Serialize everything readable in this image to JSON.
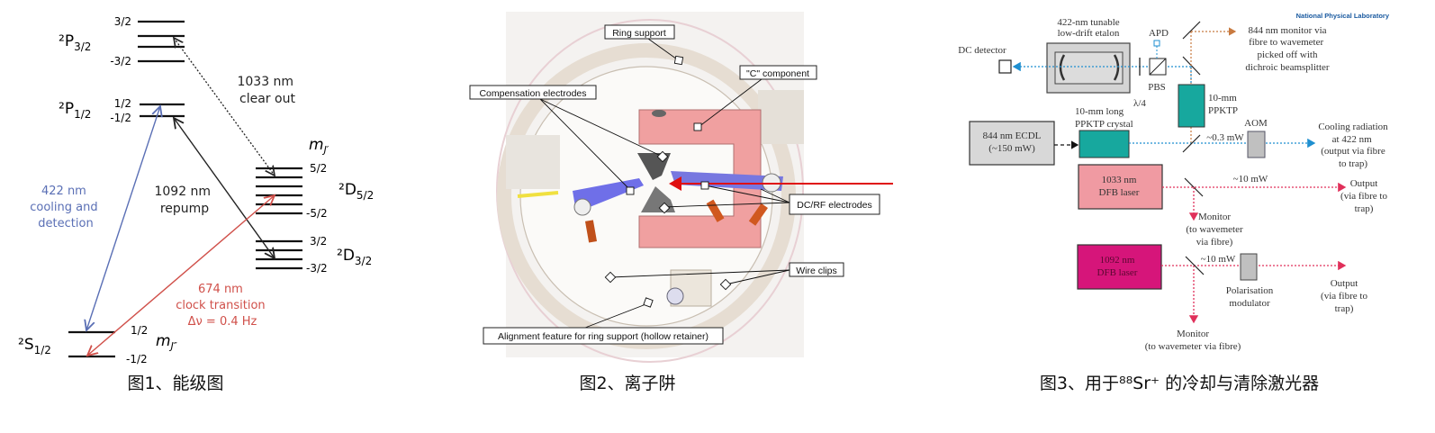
{
  "figure1": {
    "caption": "图1、能级图",
    "states": {
      "p32": {
        "name": "²P",
        "sub": "3/2",
        "top": "3/2",
        "bottom": "-3/2"
      },
      "p12": {
        "name": "²P",
        "sub": "1/2",
        "top": "1/2",
        "bottom": "-1/2"
      },
      "d52": {
        "name": "²D",
        "sub": "5/2",
        "top": "5/2",
        "bottom": "-5/2"
      },
      "d32": {
        "name": "²D",
        "sub": "3/2",
        "top": "3/2",
        "bottom": "-3/2"
      },
      "s12": {
        "name": "²S",
        "sub": "1/2",
        "top": "1/2",
        "bottom": "-1/2"
      }
    },
    "mj_upper": {
      "m": "m",
      "sub": "J′"
    },
    "mj_lower": {
      "m": "m",
      "sub": "J″"
    },
    "transitions": {
      "cooling": {
        "lines": [
          "422 nm",
          "cooling and",
          "detection"
        ],
        "color": "#5a6fb5"
      },
      "repump": {
        "lines": [
          "1092 nm",
          "repump"
        ],
        "color": "#222222"
      },
      "clearout": {
        "lines": [
          "1033 nm",
          "clear out"
        ],
        "color": "#222222"
      },
      "clock": {
        "lines": [
          "674 nm",
          "clock transition",
          "Δν = 0.4 Hz"
        ],
        "color": "#d0504a"
      }
    }
  },
  "figure2": {
    "caption": "图2、离子阱",
    "labels": {
      "ring_support": "Ring support",
      "c_component": "\"C\" component",
      "compensation": "Compensation electrodes",
      "dcrf": "DC/RF electrodes",
      "wire_clips": "Wire clips",
      "alignment": "Alignment feature for ring support (hollow retainer)"
    }
  },
  "figure3": {
    "caption": "图3、用于⁸⁸Sr⁺ 的冷却与清除激光器",
    "logo": "National Physical Laboratory",
    "etalon": [
      "422-nm tunable",
      "low-drift etalon"
    ],
    "dc_detector": "DC detector",
    "apd": "APD",
    "pbs": "PBS",
    "quarter_wave": "λ/4",
    "monitor844": [
      "844 nm monitor via",
      "fibre to wavemeter",
      "picked off with",
      "dichroic beamsplitter"
    ],
    "ppktp_vertical": [
      "10-mm",
      "PPKTP"
    ],
    "ppktp_crystal": [
      "10-mm long",
      "PPKTP crystal"
    ],
    "ecdl": [
      "844 nm ECDL",
      "(~150 mW)"
    ],
    "power_422": "~0.3 mW",
    "aom": "AOM",
    "cooling_output": [
      "Cooling radiation",
      "at 422 nm",
      "(output via fibre",
      "to trap)"
    ],
    "laser1033": [
      "1033 nm",
      "DFB laser"
    ],
    "power_1033": "~10 mW",
    "output_1033": [
      "Output",
      "(via fibre to",
      "trap)"
    ],
    "monitor_1033": [
      "Monitor",
      "(to wavemeter",
      "via fibre)"
    ],
    "laser1092": [
      "1092 nm",
      "DFB laser"
    ],
    "power_1092": "~10 mW",
    "pol_mod": [
      "Polarisation",
      "modulator"
    ],
    "output_1092": [
      "Output",
      "(via fibre to",
      "trap)"
    ],
    "monitor_1092": [
      "Monitor",
      "(to wavemeter via fibre)"
    ],
    "colors": {
      "blue_beam": "#1f8fd0",
      "orange_beam": "#c87a40",
      "red_beam": "#e0305a",
      "teal": "#17a89e",
      "pink": "#f09aa2",
      "magenta": "#d6157a"
    }
  }
}
